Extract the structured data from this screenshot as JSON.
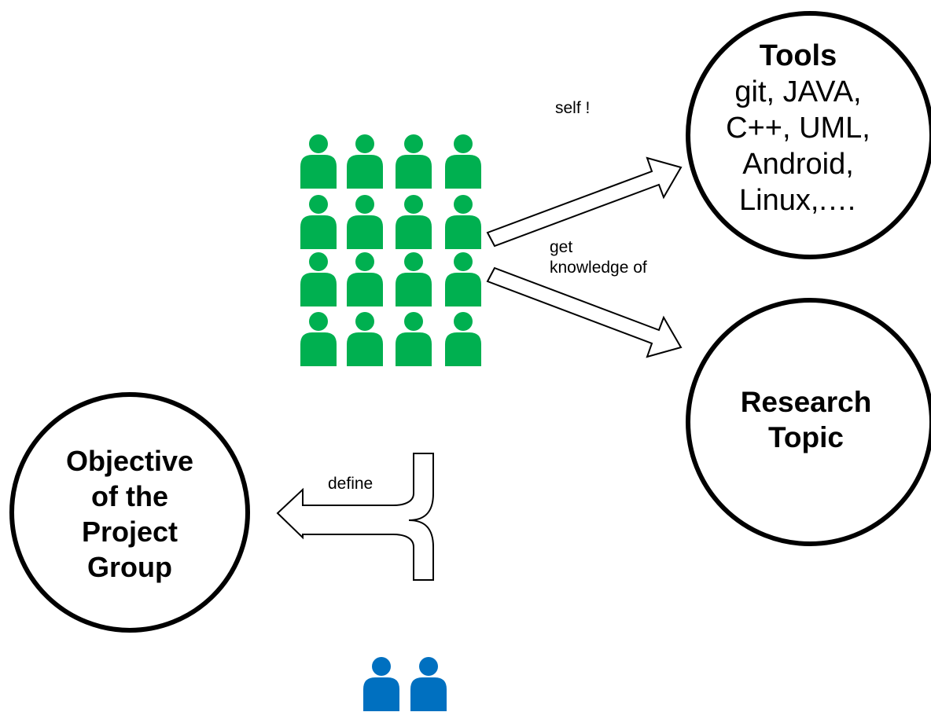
{
  "nodes": {
    "tools": {
      "title": "Tools",
      "items": [
        "git, JAVA,",
        "C++, UML,",
        "Android,",
        "Linux,.…"
      ]
    },
    "research": {
      "lines": [
        "Research",
        "Topic"
      ]
    },
    "objective": {
      "lines": [
        "Objective",
        "of the",
        "Project",
        "Group"
      ]
    }
  },
  "edges": {
    "self_label": "self !",
    "get_knowledge_lines": [
      "get",
      "knowledge of"
    ],
    "define_label": "define"
  },
  "groups": {
    "students": {
      "count": 16,
      "rows": 4,
      "cols": 4,
      "color": "#00b050",
      "icon": "person-icon"
    },
    "supervisors": {
      "count": 2,
      "color": "#0070c0",
      "icon": "person-icon"
    }
  },
  "colors": {
    "circle_stroke": "#000000",
    "arrow_stroke": "#000000",
    "arrow_fill": "#ffffff"
  }
}
